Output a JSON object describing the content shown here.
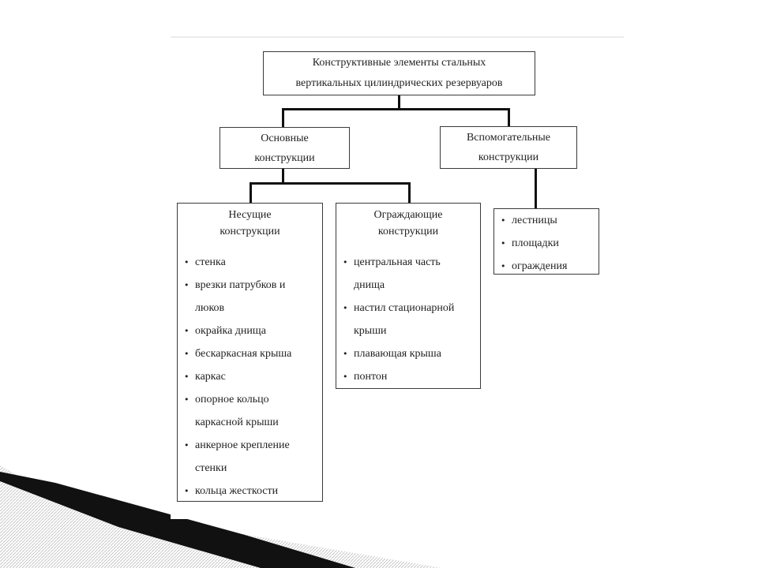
{
  "diagram": {
    "root": {
      "lines": [
        "Конструктивные элементы стальных",
        "вертикальных цилиндрических резервуаров"
      ]
    },
    "main": {
      "lines": [
        "Основные",
        "конструкции"
      ],
      "load_bearing": {
        "lines": [
          "Несущие",
          "конструкции"
        ],
        "items": [
          "стенка",
          "врезки патрубков и",
          "люков",
          "окрайка днища",
          "бескаркасная крыша",
          "каркас",
          "опорное кольцо",
          "каркасной крыши",
          "анкерное крепление",
          "стенки",
          "кольца жесткости"
        ]
      },
      "enclosing": {
        "lines": [
          "Ограждающие",
          "конструкции"
        ],
        "items": [
          "центральная часть",
          "днища",
          "настил стационарной",
          "крыши",
          "плавающая крыша",
          "понтон"
        ]
      }
    },
    "auxiliary": {
      "lines": [
        "Вспомогательные",
        "конструкции"
      ],
      "items": [
        "лестницы",
        "площадки",
        "ограждения"
      ]
    }
  },
  "colors": {
    "box_border": "#3a3a3a",
    "connector": "#111111",
    "decor_dark": "#111111",
    "decor_hatch": "#c8c8c8"
  }
}
